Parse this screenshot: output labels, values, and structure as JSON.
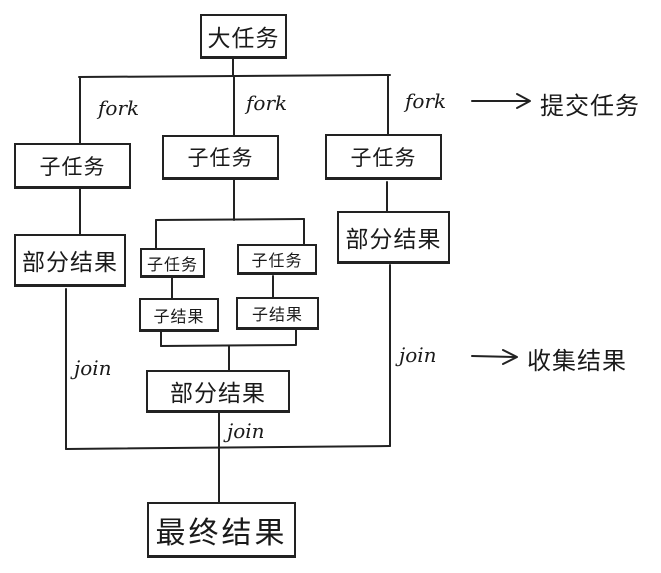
{
  "nodes": {
    "root": "大任务",
    "subtask_left": "子任务",
    "subtask_mid": "子任务",
    "subtask_right": "子任务",
    "partial_left": "部分结果",
    "partial_right": "部分结果",
    "inner_task_1": "子任务",
    "inner_task_2": "子任务",
    "inner_result_1": "子结果",
    "inner_result_2": "子结果",
    "partial_mid": "部分结果",
    "final": "最终结果"
  },
  "labels": {
    "fork_left": "fork",
    "fork_mid": "fork",
    "fork_right": "fork",
    "join_left": "join",
    "join_right": "join",
    "join_bottom": "join"
  },
  "annotations": {
    "submit": "提交任务",
    "collect": "收集结果"
  }
}
